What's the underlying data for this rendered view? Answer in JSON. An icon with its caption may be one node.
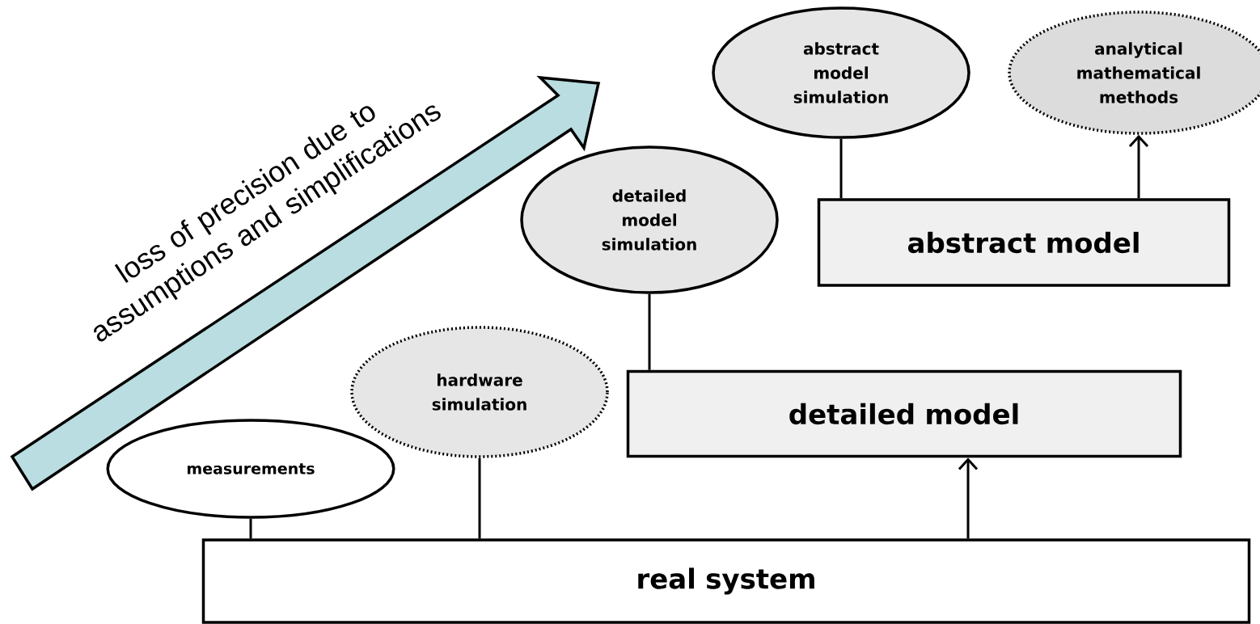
{
  "diagram": {
    "nodes": [
      {
        "text": [
          "real system"
        ]
      },
      {
        "text": [
          "detailed model"
        ]
      },
      {
        "text": [
          "abstract model"
        ]
      },
      {
        "text": [
          "measurements"
        ]
      },
      {
        "text": [
          "hardware simulation"
        ]
      },
      {
        "text": [
          "detailed model simulation"
        ]
      },
      {
        "text": [
          "abstract model simulation"
        ]
      },
      {
        "text": [
          "analytical mathematical methods"
        ]
      }
    ],
    "edges": [
      {
        "from": 3,
        "to": 0,
        "arrow": "none"
      },
      {
        "from": 4,
        "to": 0,
        "arrow": "none"
      },
      {
        "from": 0,
        "to": 1,
        "arrow": "to"
      },
      {
        "from": 5,
        "to": 1,
        "arrow": "none"
      },
      {
        "from": 6,
        "to": 2,
        "arrow": "none"
      },
      {
        "from": 2,
        "to": 7,
        "arrow": "to"
      }
    ],
    "labels": [
      "loss of precision due to assumptions and simplifications"
    ]
  }
}
